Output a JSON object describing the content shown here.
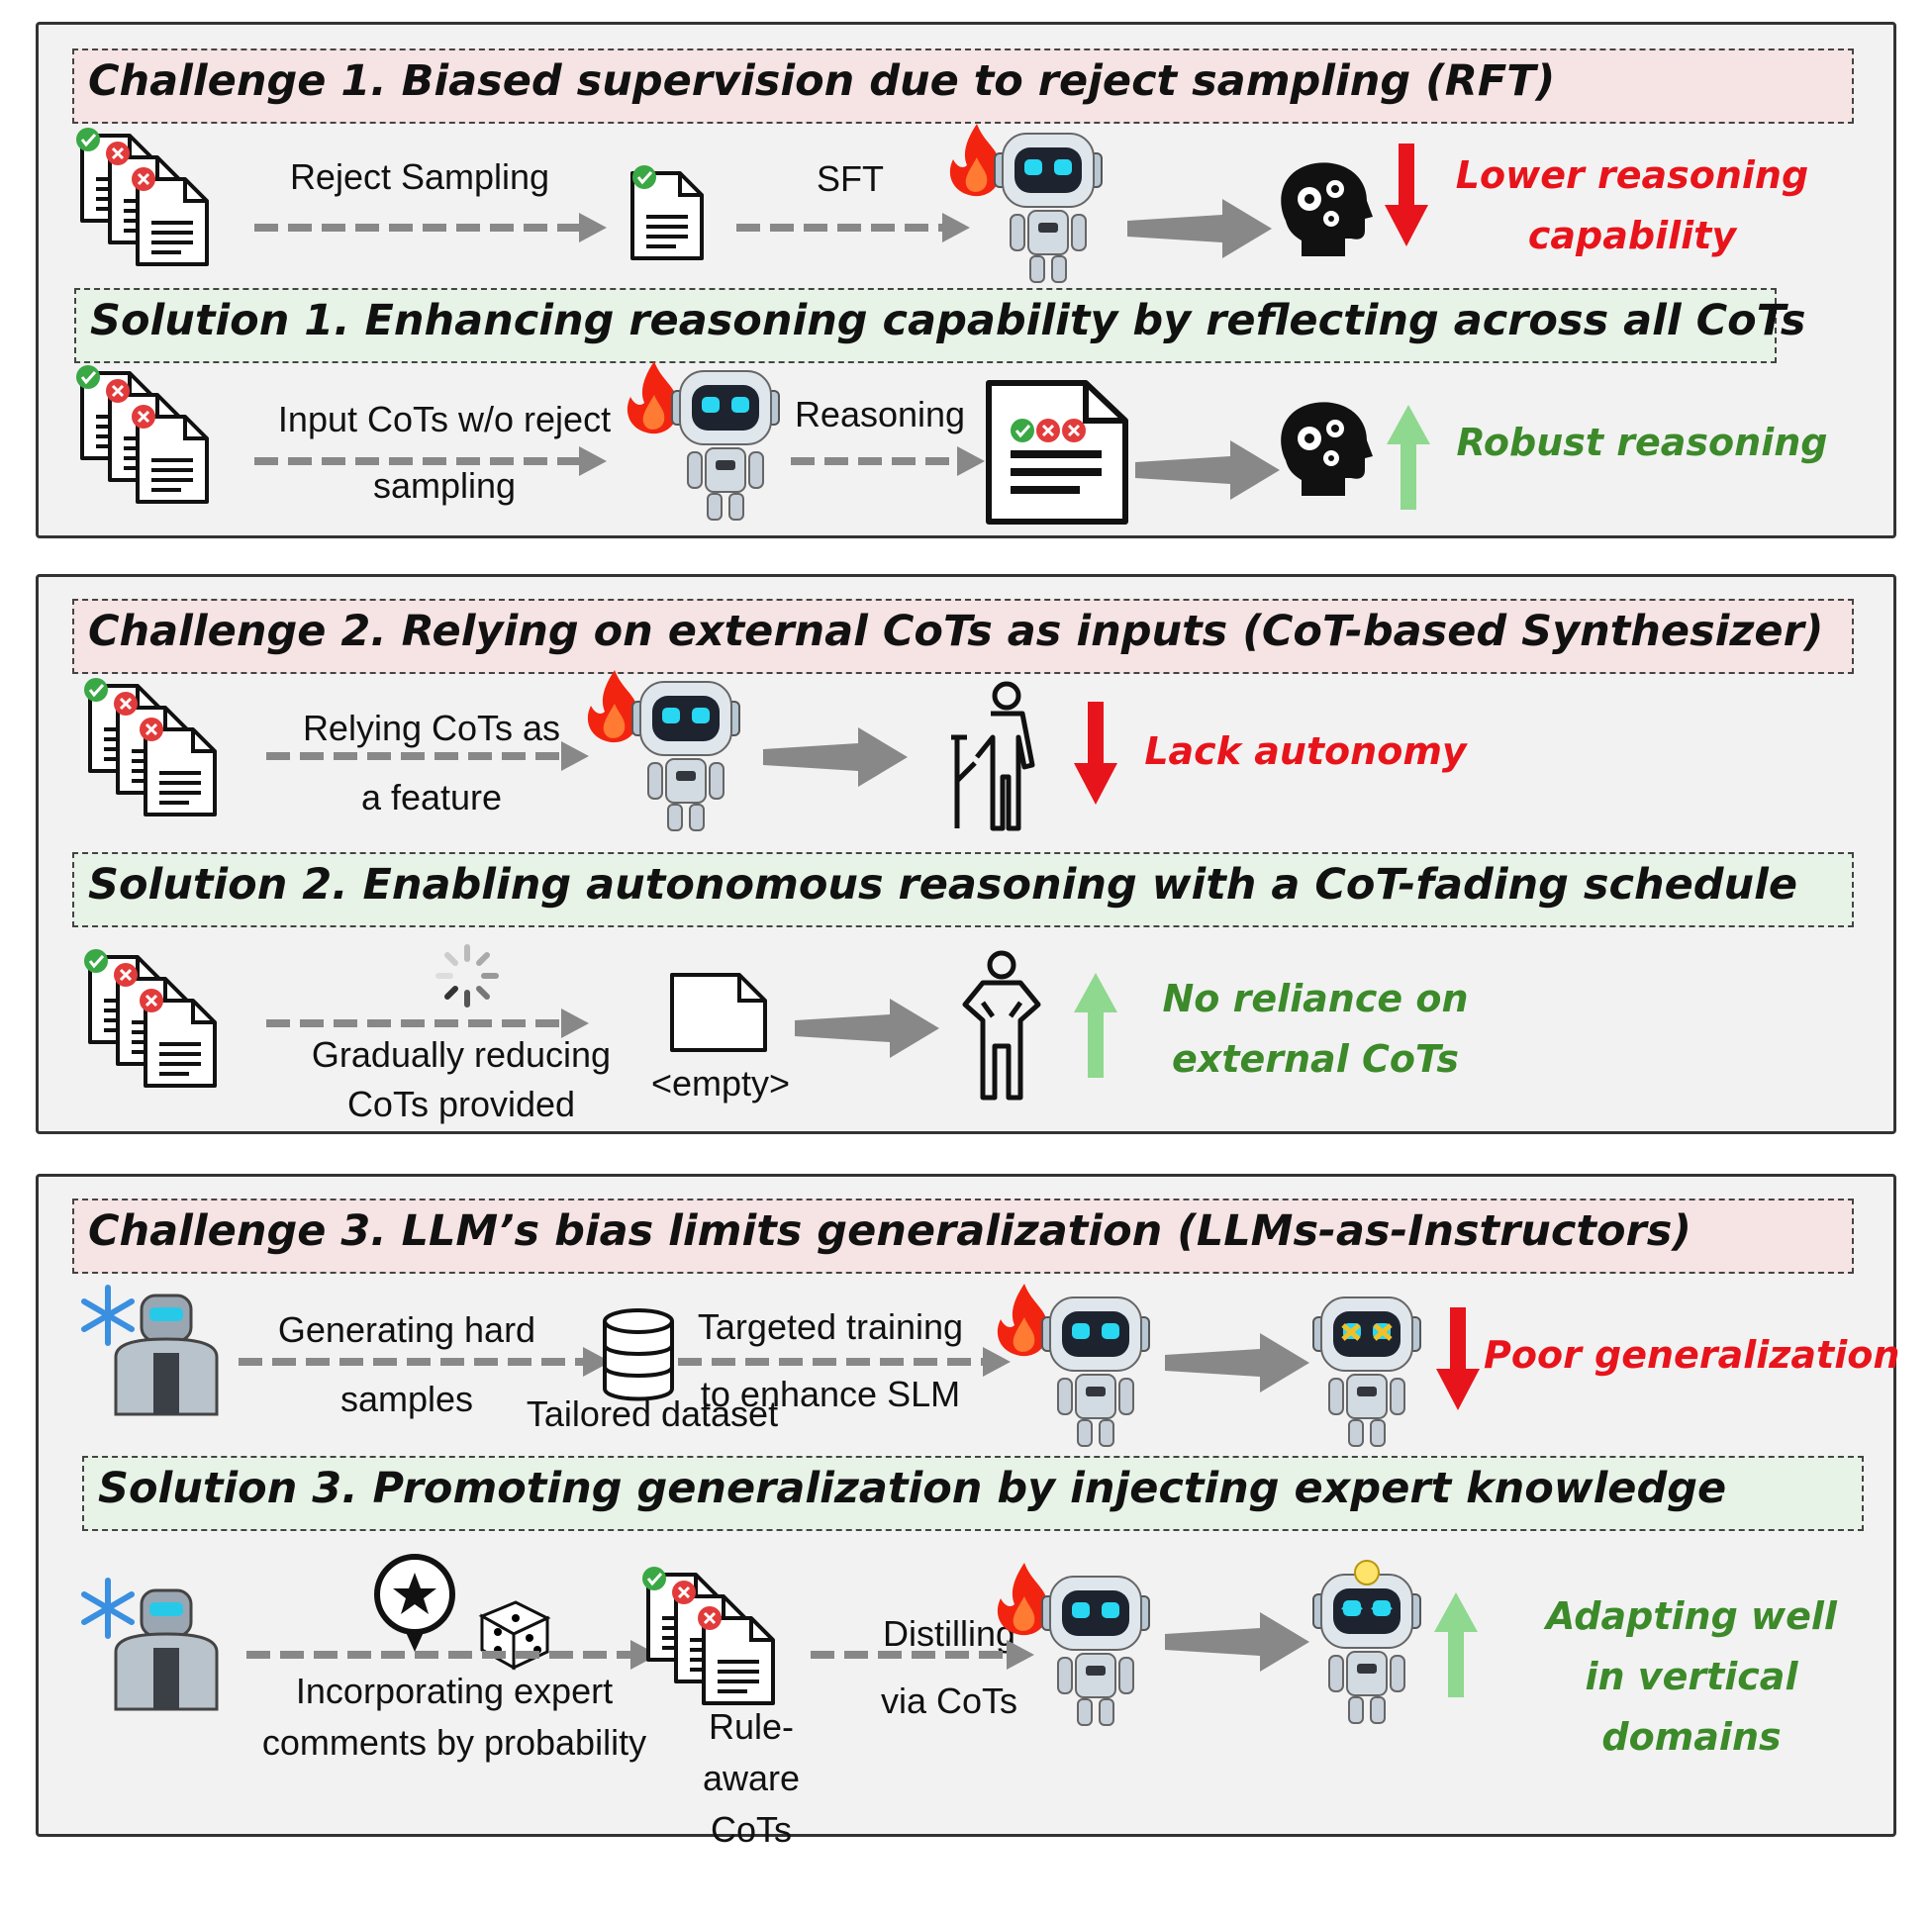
{
  "panels": [
    {
      "challenge": "Challenge 1. Biased supervision due to reject sampling (RFT)",
      "challenge_flow": {
        "step1_label": "Reject Sampling",
        "step2_label": "SFT",
        "outcome": "Lower reasoning capability"
      },
      "solution": "Solution 1. Enhancing reasoning capability by reflecting across all CoTs",
      "solution_flow": {
        "step1_label": "Input CoTs w/o reject sampling",
        "step2_label": "Reasoning",
        "outcome": "Robust reasoning"
      }
    },
    {
      "challenge": "Challenge 2. Relying on external CoTs as inputs (CoT-based Synthesizer)",
      "challenge_flow": {
        "step1_label": "Relying CoTs as a feature",
        "outcome": "Lack autonomy"
      },
      "solution": "Solution 2. Enabling autonomous reasoning with a CoT-fading schedule",
      "solution_flow": {
        "step1_label": "Gradually reducing CoTs provided",
        "empty_label": "<empty>",
        "outcome": "No reliance on external CoTs"
      }
    },
    {
      "challenge": "Challenge 3. LLM’s bias limits generalization (LLMs-as-Instructors)",
      "challenge_flow": {
        "step1_label": "Generating hard samples",
        "dataset_label": "Tailored dataset",
        "step2_label": "Targeted training to enhance SLM",
        "outcome": "Poor generalization"
      },
      "solution": "Solution 3. Promoting generalization by injecting expert knowledge",
      "solution_flow": {
        "step1_label": "Incorporating  expert comments by probability",
        "cots_label": "Rule-aware CoTs",
        "step2_label": "Distilling via CoTs",
        "outcome": "Adapting well in vertical domains"
      }
    }
  ],
  "colors": {
    "challenge_bg": "#f6e3e3",
    "solution_bg": "#e6f3e6",
    "negative": "#e8141b",
    "positive": "#3c8a2a",
    "up_arrow": "#8fd88f",
    "panel_bg": "#f2f2f2"
  },
  "icons": [
    "document-stack-icon",
    "document-icon",
    "robot-icon",
    "fire-icon",
    "brain-gears-icon",
    "crutch-person-icon",
    "confident-person-icon",
    "loading-spinner-icon",
    "database-icon",
    "snowflake-icon",
    "humanoid-robot-icon",
    "star-speech-bubble-icon",
    "dice-icon",
    "dizzy-robot-icon",
    "lightbulb-robot-icon",
    "down-arrow-icon",
    "up-arrow-icon"
  ]
}
